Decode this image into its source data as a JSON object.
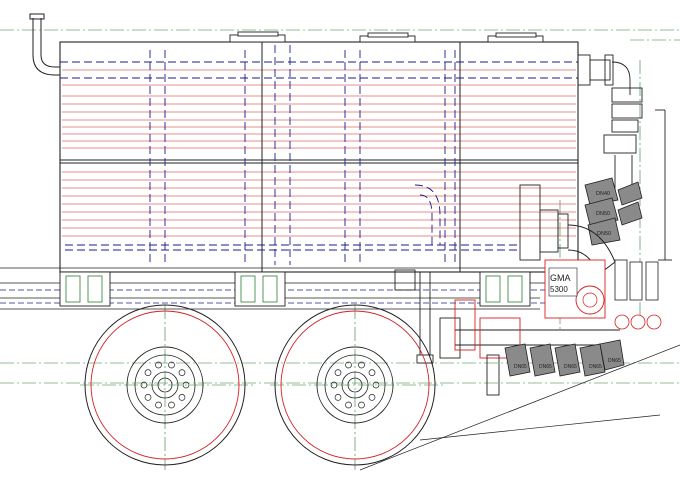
{
  "labels": {
    "pump_model": "GMA",
    "pump_size": "5300",
    "dn40": "DN40",
    "dn50_a": "DN50",
    "dn50_b": "DN50",
    "outlet_1": "DN65",
    "outlet_2": "DN65",
    "outlet_3": "DN65",
    "outlet_4": "DN65",
    "outlet_5": "DN65"
  },
  "colors": {
    "outline": "#222222",
    "tank_lines": "#d42020",
    "hidden_lines": "#1c1c8c",
    "centerlines": "#2e7d32",
    "wheel_rim": "#d42020",
    "valve_body": "#777777"
  }
}
